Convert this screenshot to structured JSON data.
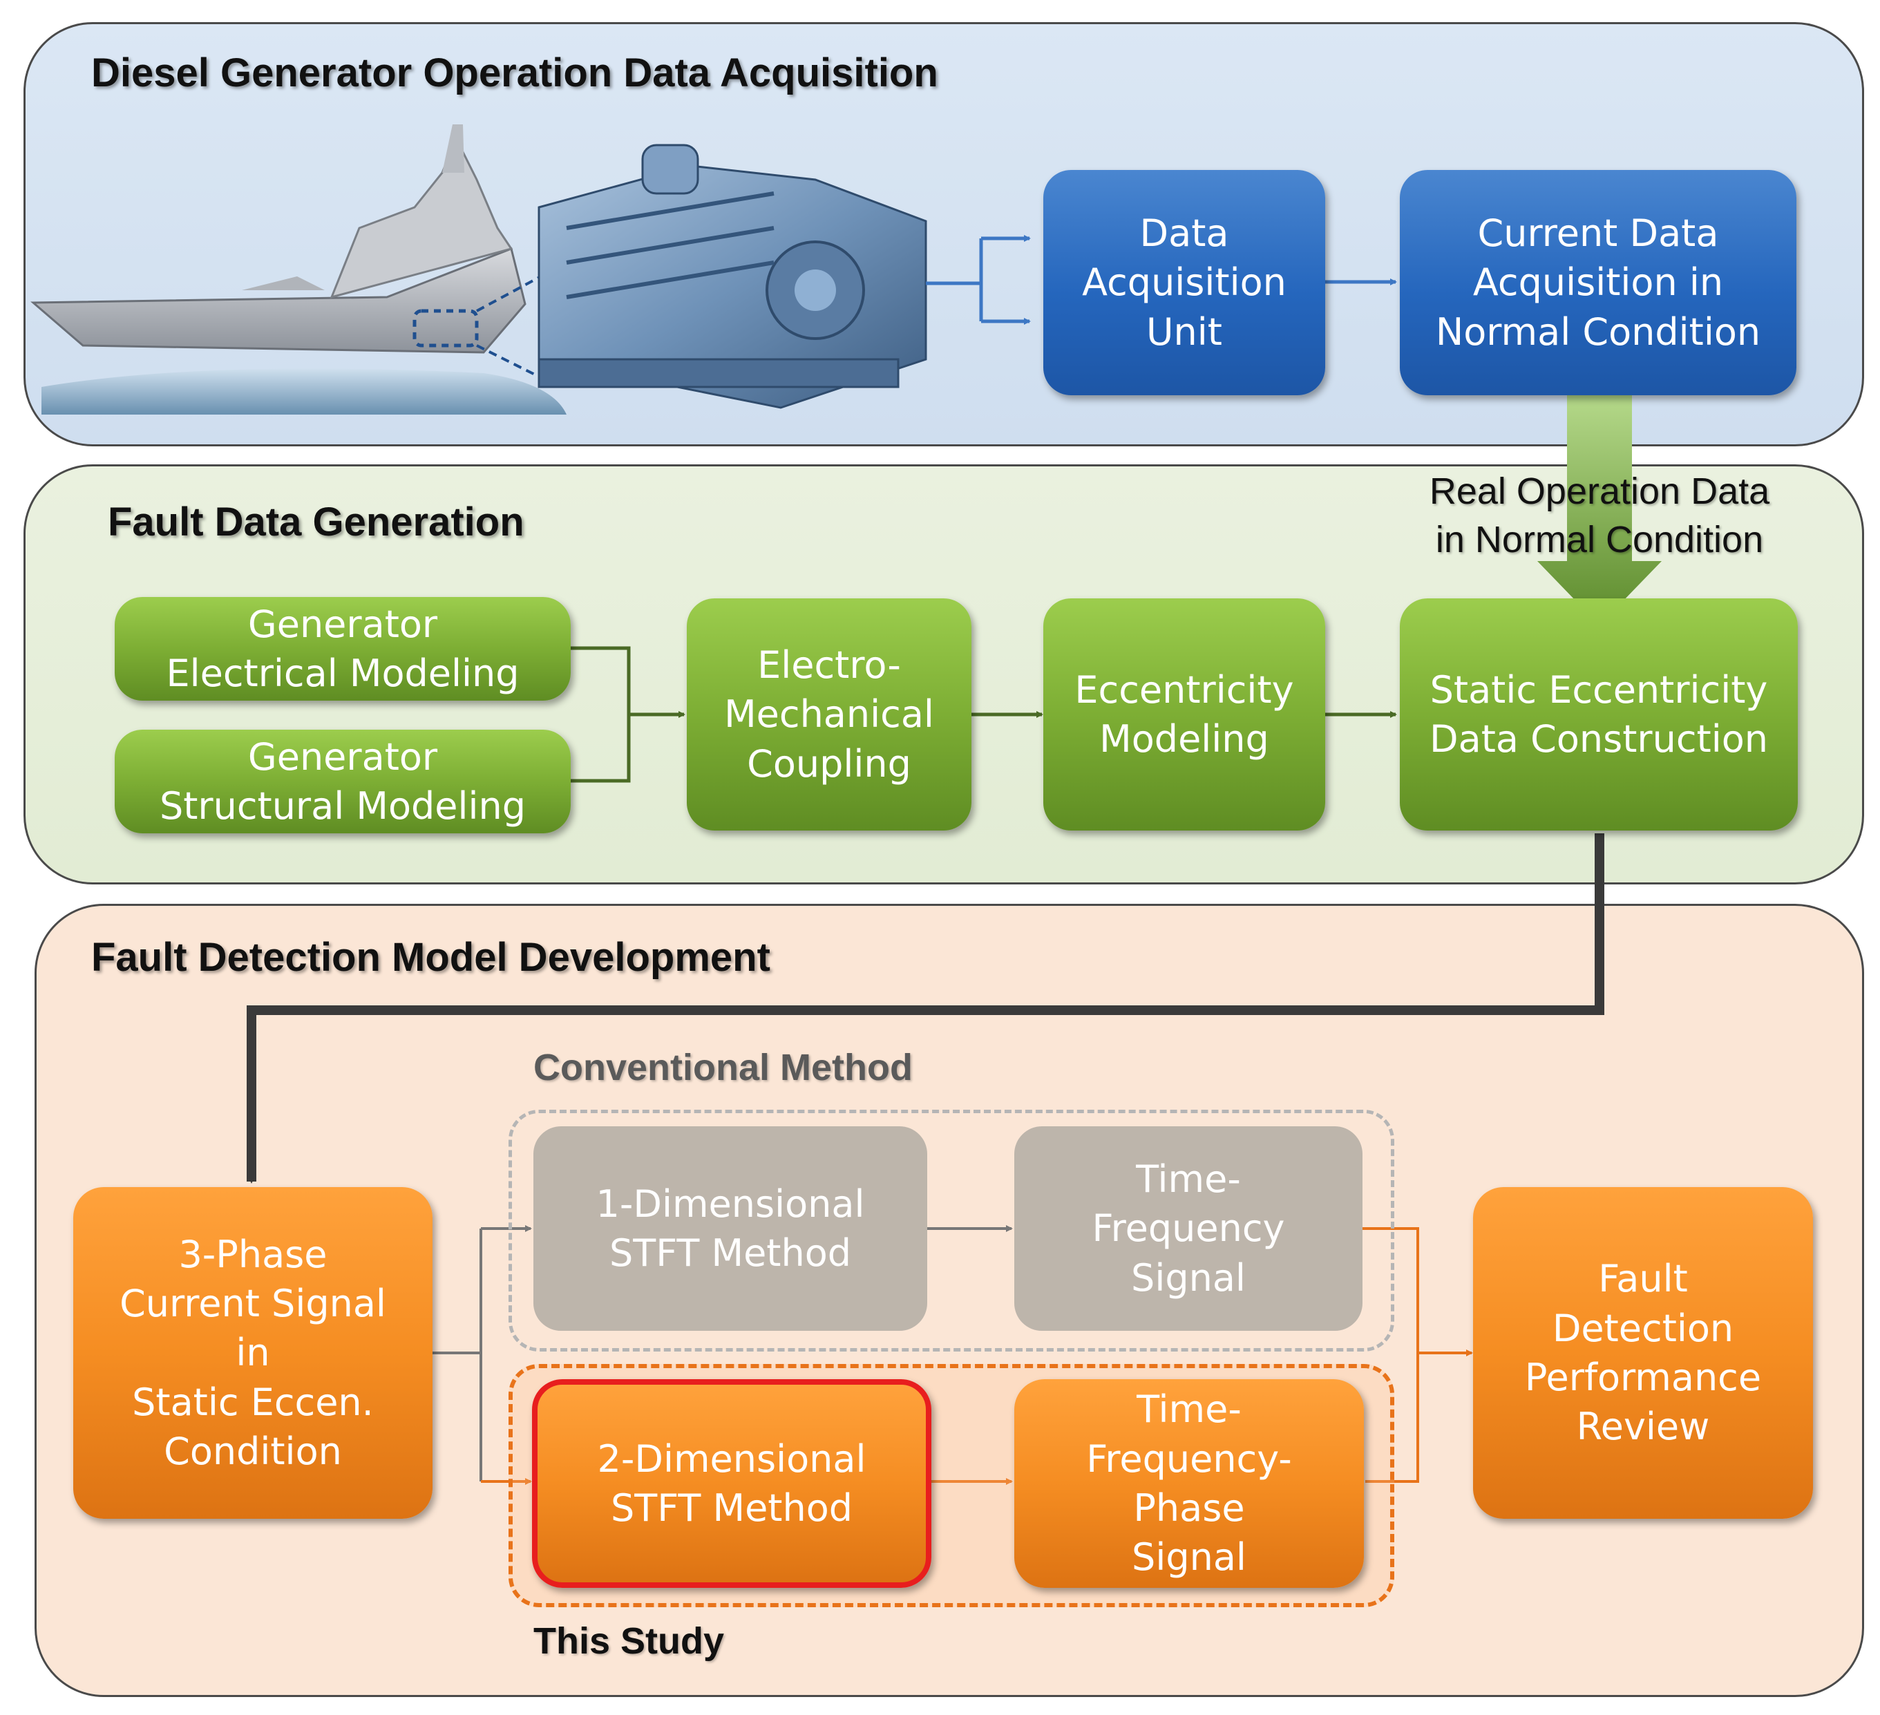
{
  "panels": {
    "acquisition": "Diesel Generator Operation Data Acquisition",
    "generation": "Fault Data Generation",
    "detection": "Fault Detection Model Development"
  },
  "acquisition": {
    "data_acquisition_unit": "Data\nAcquisition\nUnit",
    "current_data_acquisition": "Current Data\nAcquisition in\nNormal Condition",
    "real_operation_note": "Real Operation  Data\nin Normal Condition"
  },
  "generation": {
    "electrical_modeling": "Generator\nElectrical Modeling",
    "structural_modeling": "Generator\nStructural Modeling",
    "coupling": "Electro-\nMechanical\nCoupling",
    "eccentricity_modeling": "Eccentricity\nModeling",
    "static_eccentricity": "Static Eccentricity\nData Construction"
  },
  "detection": {
    "three_phase_signal": "3-Phase\nCurrent Signal\nin\nStatic Eccen.\nCondition",
    "conventional_label": "Conventional Method",
    "one_dim_stft": "1-Dimensional\nSTFT Method",
    "time_frequency": "Time-\nFrequency\nSignal",
    "two_dim_stft": "2-Dimensional\nSTFT Method",
    "time_frequency_phase": "Time-\nFrequency-\nPhase\nSignal",
    "this_study_label": "This Study",
    "performance_review": "Fault\nDetection\nPerformance\nReview"
  },
  "colors": {
    "blue": "#2566bd",
    "green": "#7dae34",
    "orange": "#f58d22",
    "gray": "#bdb5ab",
    "highlight": "#e81e1e"
  }
}
